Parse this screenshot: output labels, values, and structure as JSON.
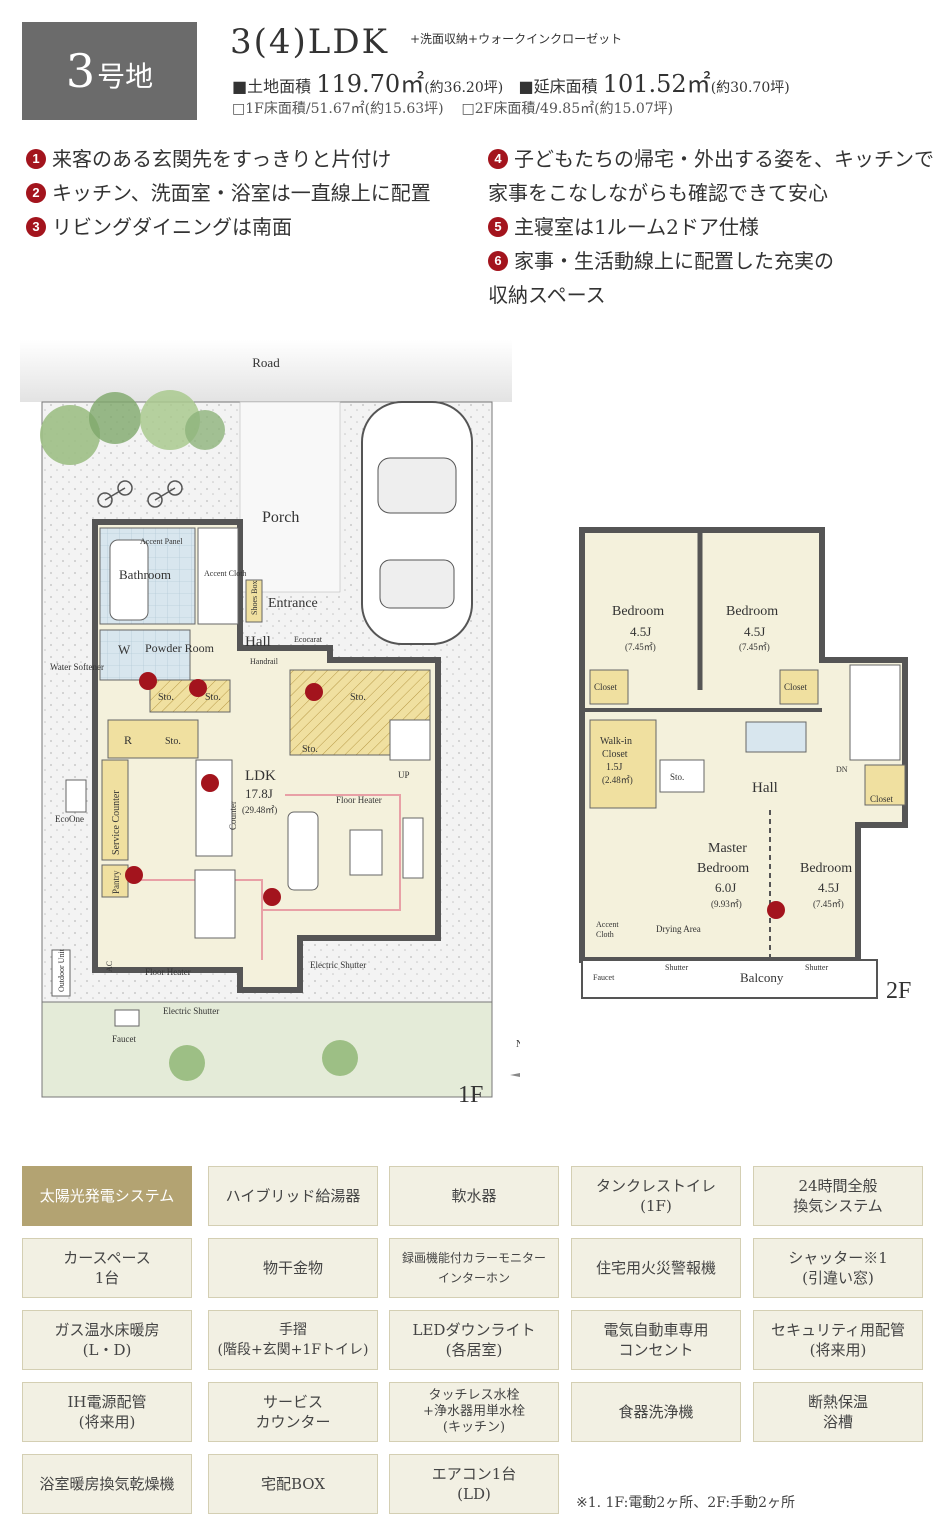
{
  "lot": {
    "number": "3",
    "suffix": "号地"
  },
  "plan": {
    "type": "3(4)LDK",
    "extras": "+洗面収納+ウォークインクローゼット"
  },
  "area": {
    "land_label": "■土地面積",
    "land_value": "119.70㎡",
    "land_tsubo": "(約36.20坪)",
    "floor_label": "■延床面積",
    "floor_value": "101.52㎡",
    "floor_tsubo": "(約30.70坪)",
    "f1": "□1F床面積/51.67㎡(約15.63坪)",
    "f2": "□2F床面積/49.85㎡(約15.07坪)"
  },
  "points_left": [
    {
      "n": "1",
      "text": "来客のある玄関先をすっきりと片付け"
    },
    {
      "n": "2",
      "text": "キッチン、洗面室・浴室は一直線上に配置"
    },
    {
      "n": "3",
      "text": "リビングダイニングは南面"
    }
  ],
  "points_right": [
    {
      "n": "4",
      "text": "子どもたちの帰宅・外出する姿を、キッチンで",
      "cont": "家事をこなしながらも確認できて安心"
    },
    {
      "n": "5",
      "text": "主寝室は1ルーム2ドア仕様"
    },
    {
      "n": "6",
      "text": "家事・生活動線上に配置した充実の",
      "cont": "収納スペース"
    }
  ],
  "floor1": {
    "road": "Road",
    "porch": "Porch",
    "bathroom": "Bathroom",
    "accent_panel": "Accent Panel",
    "accent_cloth": "Accent Cloth",
    "shoes_box": "Shoes Box",
    "entrance": "Entrance",
    "hall": "Hall",
    "ecocarat": "Ecocarat",
    "handrail": "Handrail",
    "w": "W",
    "powder_room": "Powder Room",
    "water_softener": "Water Softener",
    "sto": "Sto.",
    "r": "R",
    "ldk": "LDK",
    "ldk_size": "17.8J",
    "ldk_m2": "(29.48㎡)",
    "counter": "Counter",
    "floor_heater": "Floor Heater",
    "up": "UP",
    "ecoone": "EcoOne",
    "service_counter": "Service Counter",
    "pantry": "Pantry",
    "ac": "AC",
    "outdoor_unit": "Outdoor Unit",
    "electric_shutter": "Electric Shutter",
    "faucet": "Faucet",
    "floor_label": "1F",
    "north": "N"
  },
  "floor2": {
    "bedroom": "Bedroom",
    "size_45": "4.5J",
    "m2_745": "(7.45㎡)",
    "closet": "Closet",
    "walk_in": "Walk-in",
    "wic_closet": "Closet",
    "wic_size": "1.5J",
    "wic_m2": "(2.48㎡)",
    "sto": "Sto.",
    "hall": "Hall",
    "dn": "DN",
    "master": "Master",
    "master_size": "6.0J",
    "master_m2": "(9.93㎡)",
    "accent": "Accent",
    "cloth": "Cloth",
    "drying_area": "Drying Area",
    "shutter": "Shutter",
    "balcony": "Balcony",
    "faucet": "Faucet",
    "floor_label": "2F"
  },
  "features": [
    "太陽光発電システム",
    "ハイブリッド給湯器",
    "軟水器",
    "タンクレストイレ\n(1F)",
    "24時間全般\n換気システム",
    "カースペース\n1台",
    "物干金物",
    "録画機能付カラーモニター\nインターホン",
    "住宅用火災警報機",
    "シャッター※1\n(引違い窓)",
    "ガス温水床暖房\n(L・D)",
    "手摺\n(階段+玄関+1Fトイレ)",
    "LEDダウンライト\n(各居室)",
    "電気自動車専用\nコンセント",
    "セキュリティ用配管\n(将来用)",
    "IH電源配管\n(将来用)",
    "サービス\nカウンター",
    "タッチレス水栓\n+浄水器用単水栓\n(キッチン)",
    "食器洗浄機",
    "断熱保温\n浴槽",
    "浴室暖房換気乾燥機",
    "宅配BOX",
    "エアコン1台\n(LD)"
  ],
  "footnote": "※1. 1F:電動2ヶ所、2F:手動2ヶ所",
  "colors": {
    "badge": "#6b6b6b",
    "marker": "#a3141d",
    "feature_bg": "#f2f0e3",
    "feature_hl": "#b3a372",
    "room_fill": "#f4f1dc",
    "storage_fill": "#f0e0a0",
    "wet_fill": "#d8e6ee"
  }
}
